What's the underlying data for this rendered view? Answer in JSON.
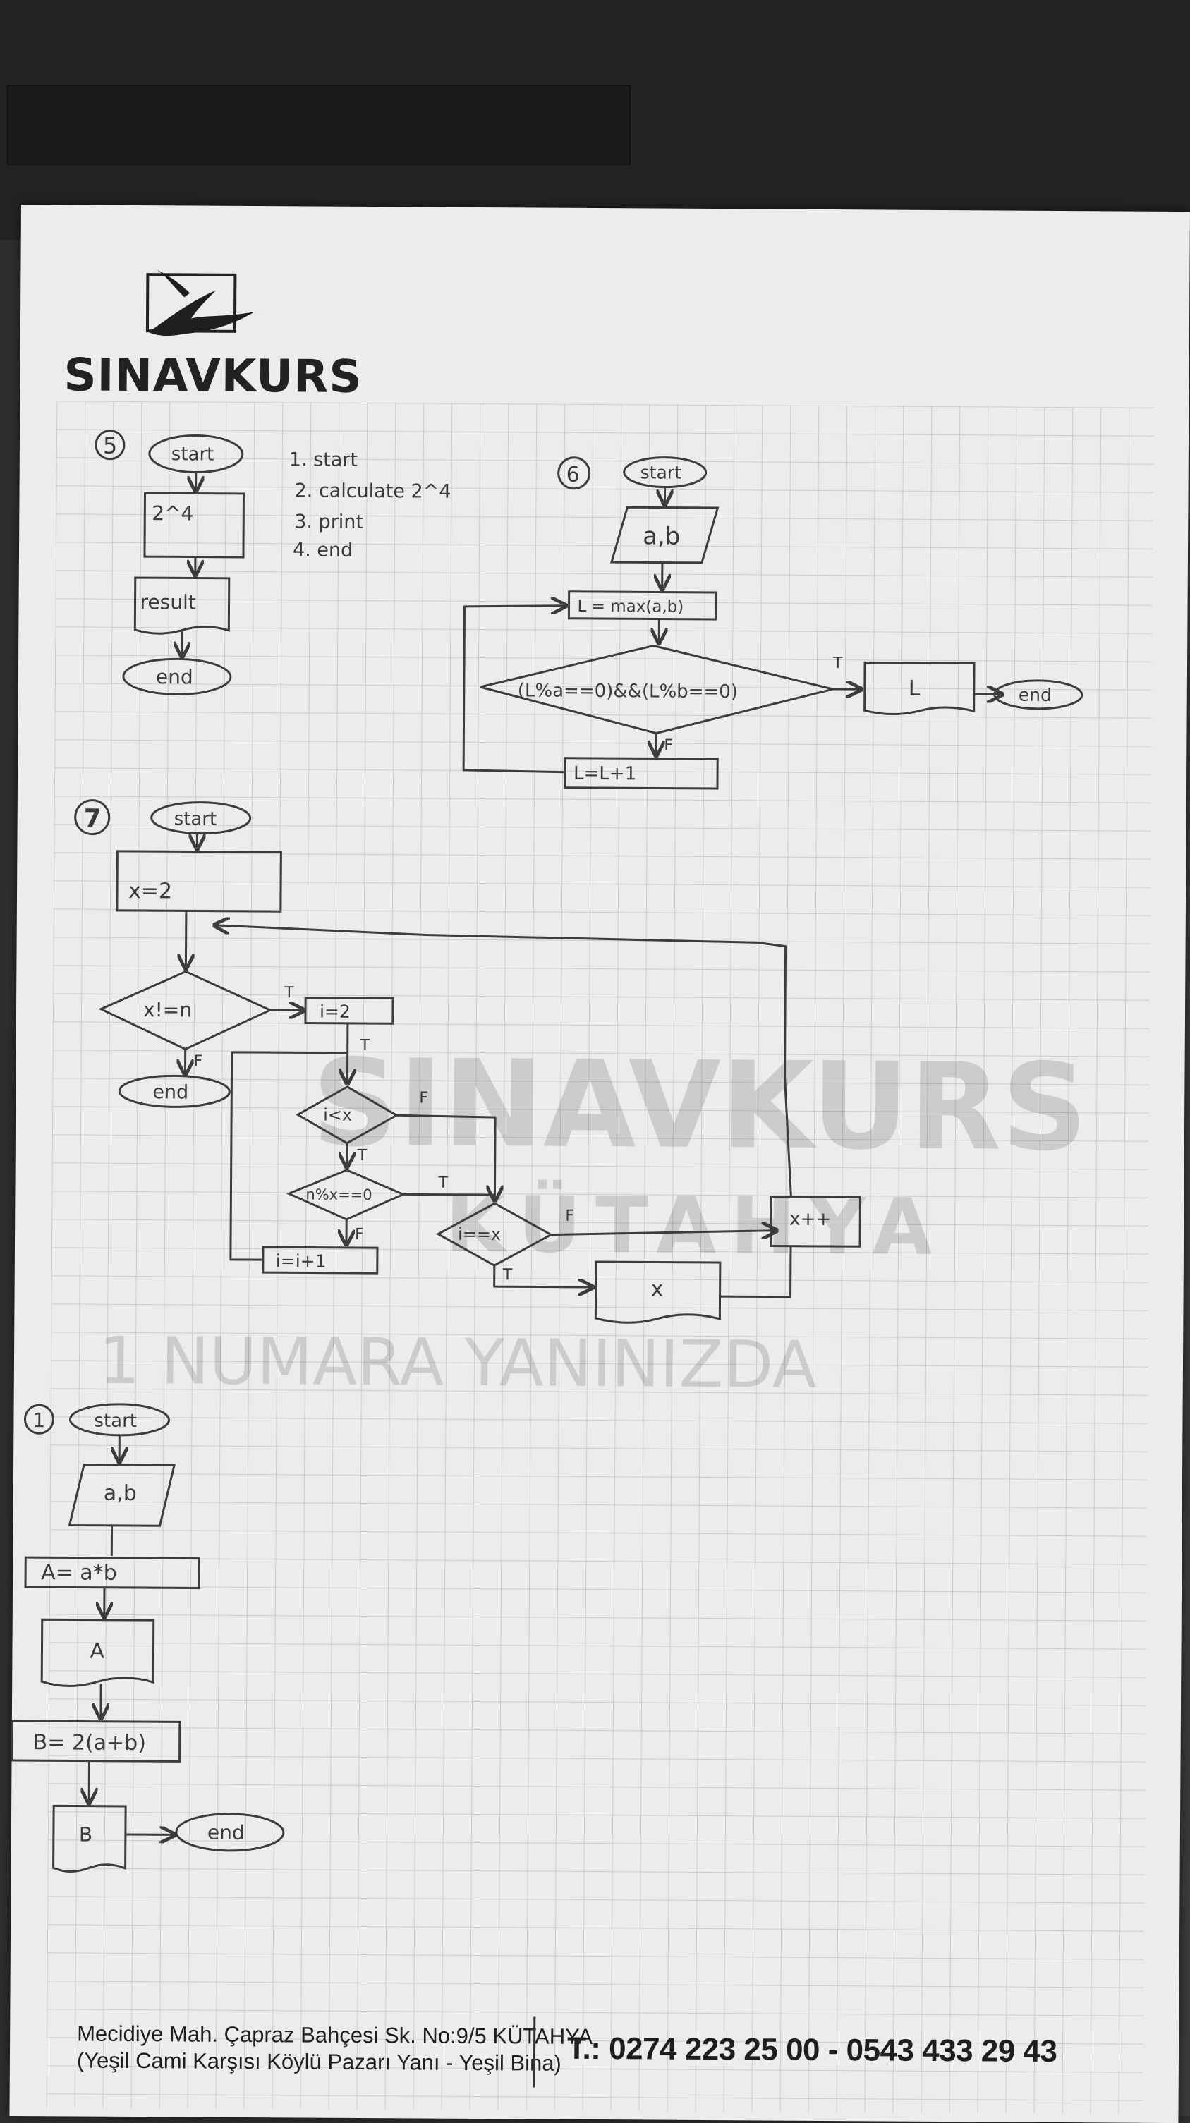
{
  "brand": {
    "name": "SINAVKURS"
  },
  "watermark": {
    "line1": "SINAVKURS",
    "line2": "KÜTAHYA",
    "line3": "1 NUMARA YANINIZDA"
  },
  "flow5": {
    "num": "5",
    "start": "start",
    "calc": "2^4",
    "out": "result",
    "end": "end",
    "steps": [
      "1. start",
      "2. calculate 2^4",
      "3. print",
      "4. end"
    ]
  },
  "flow6": {
    "num": "6",
    "start": "start",
    "input": "a,b",
    "init": "L = max(a,b)",
    "cond": "(L%a==0)&&(L%b==0)",
    "true": "T",
    "false": "F",
    "out": "L",
    "end": "end",
    "incr": "L=L+1"
  },
  "flow7": {
    "num": "7",
    "start": "start",
    "init": "x=2",
    "cond": "x!=n",
    "t1": "T",
    "f1": "F",
    "end": "end",
    "iinit": "i=2",
    "t2": "T",
    "cond2": "i<x",
    "f2": "F",
    "t3": "T",
    "cond3": "n%x==0",
    "t4": "T",
    "f4": "F",
    "iinc": "i=i+1",
    "cond4": "i==x",
    "f5": "F",
    "t5": "T",
    "out": "x",
    "xinc": "x++"
  },
  "flow1": {
    "num": "1",
    "start": "start",
    "input": "a,b",
    "area": "A= a*b",
    "out1": "A",
    "perim": "B= 2(a+b)",
    "out2": "B",
    "end": "end"
  },
  "footer": {
    "address1": "Mecidiye Mah. Çapraz Bahçesi Sk. No:9/5 KÜTAHYA",
    "address2": "(Yeşil Cami Karşısı Köylü Pazarı Yanı - Yeşil Bina)",
    "phone": "T.: 0274 223 25 00 - 0543 433 29 43"
  }
}
